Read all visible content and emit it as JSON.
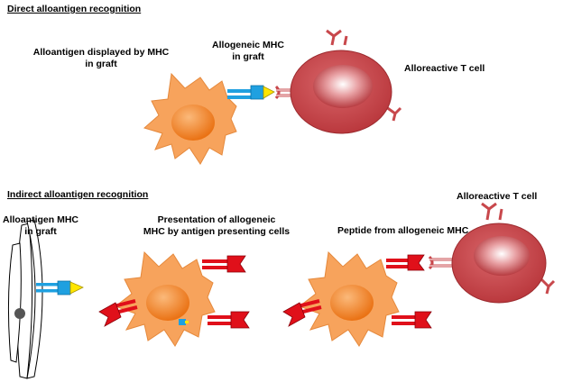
{
  "sections": {
    "direct_title": "Direct alloantigen recognition",
    "indirect_title": "Indirect alloantigen recognition"
  },
  "direct": {
    "label_alloantigen": "Alloantigen displayed by MHC",
    "label_alloantigen_2": "in graft",
    "label_allogeneic": "Allogeneic MHC",
    "label_allogeneic_2": "in graft",
    "label_tcell": "Alloreactive T cell"
  },
  "indirect": {
    "label_graft": "Alloantigen MHC",
    "label_graft_2": "in graft",
    "label_presentation": "Presentation of allogeneic",
    "label_presentation_2": "MHC by antigen presenting cells",
    "label_peptide": "Peptide from allogeneic MHC",
    "label_tcell": "Alloreactive T cell"
  },
  "colors": {
    "apc_fill": "#f7a35c",
    "apc_nucleus": "#f07f1e",
    "tcell_fill": "#c8484c",
    "tcell_nucleus": "#e58b8f",
    "mhc_blue": "#1fa0e0",
    "antigen_yellow": "#ffe600",
    "receptor_red": "#e0101a"
  }
}
